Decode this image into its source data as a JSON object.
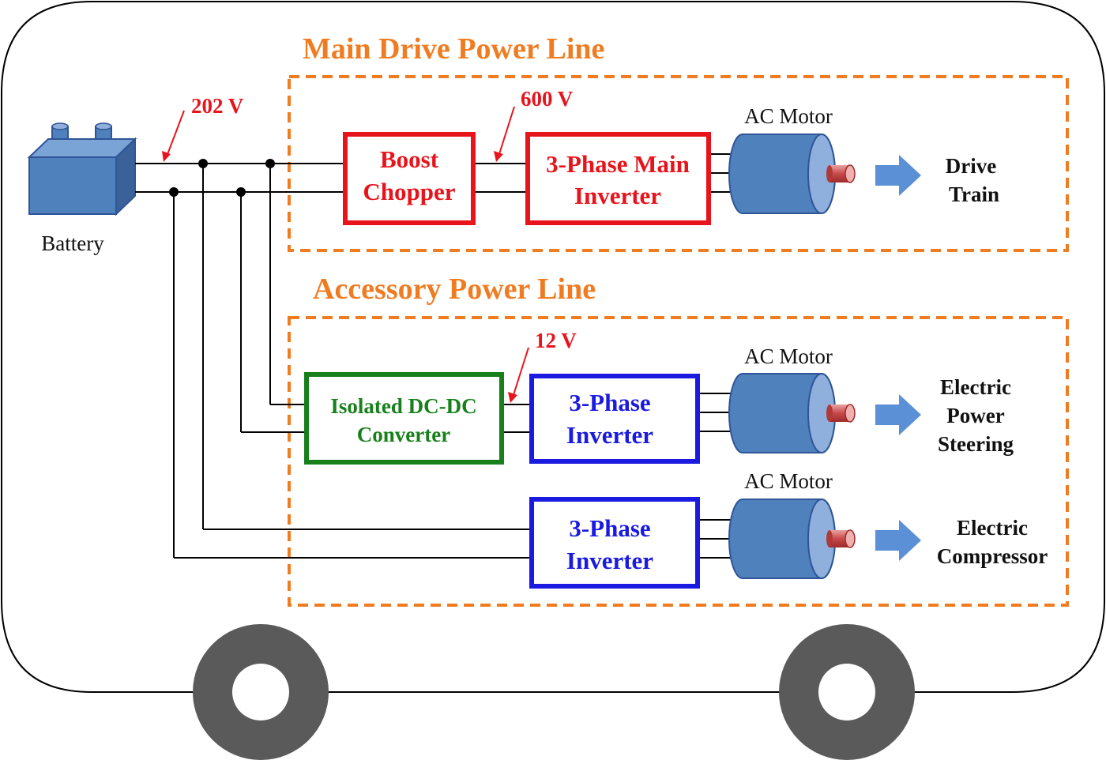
{
  "sections": {
    "main_title": "Main Drive Power Line",
    "accessory_title": "Accessory Power Line"
  },
  "battery": {
    "label": "Battery",
    "voltage": "202 V"
  },
  "voltages": {
    "boost_output": "600 V",
    "dcdc_output": "12 V"
  },
  "blocks": {
    "boost_chopper": [
      "Boost",
      "Chopper"
    ],
    "main_inverter": [
      "3-Phase Main",
      "Inverter"
    ],
    "dcdc_converter": [
      "Isolated DC-DC",
      "Converter"
    ],
    "inverter_steering": [
      "3-Phase",
      "Inverter"
    ],
    "inverter_compressor": [
      "3-Phase",
      "Inverter"
    ]
  },
  "motors": {
    "drive": "AC Motor",
    "steering": "AC Motor",
    "compressor": "AC Motor"
  },
  "loads": {
    "drive_train": [
      "Drive",
      "Train"
    ],
    "power_steering": [
      "Electric",
      "Power",
      "Steering"
    ],
    "compressor": [
      "Electric",
      "Compressor"
    ]
  },
  "colors": {
    "orange": "#f07c22",
    "red": "#e8141c",
    "green": "#17801a",
    "blue": "#1a1ae0",
    "motor_blue": "#4f81bd",
    "arrow_blue": "#5b8fd6"
  }
}
